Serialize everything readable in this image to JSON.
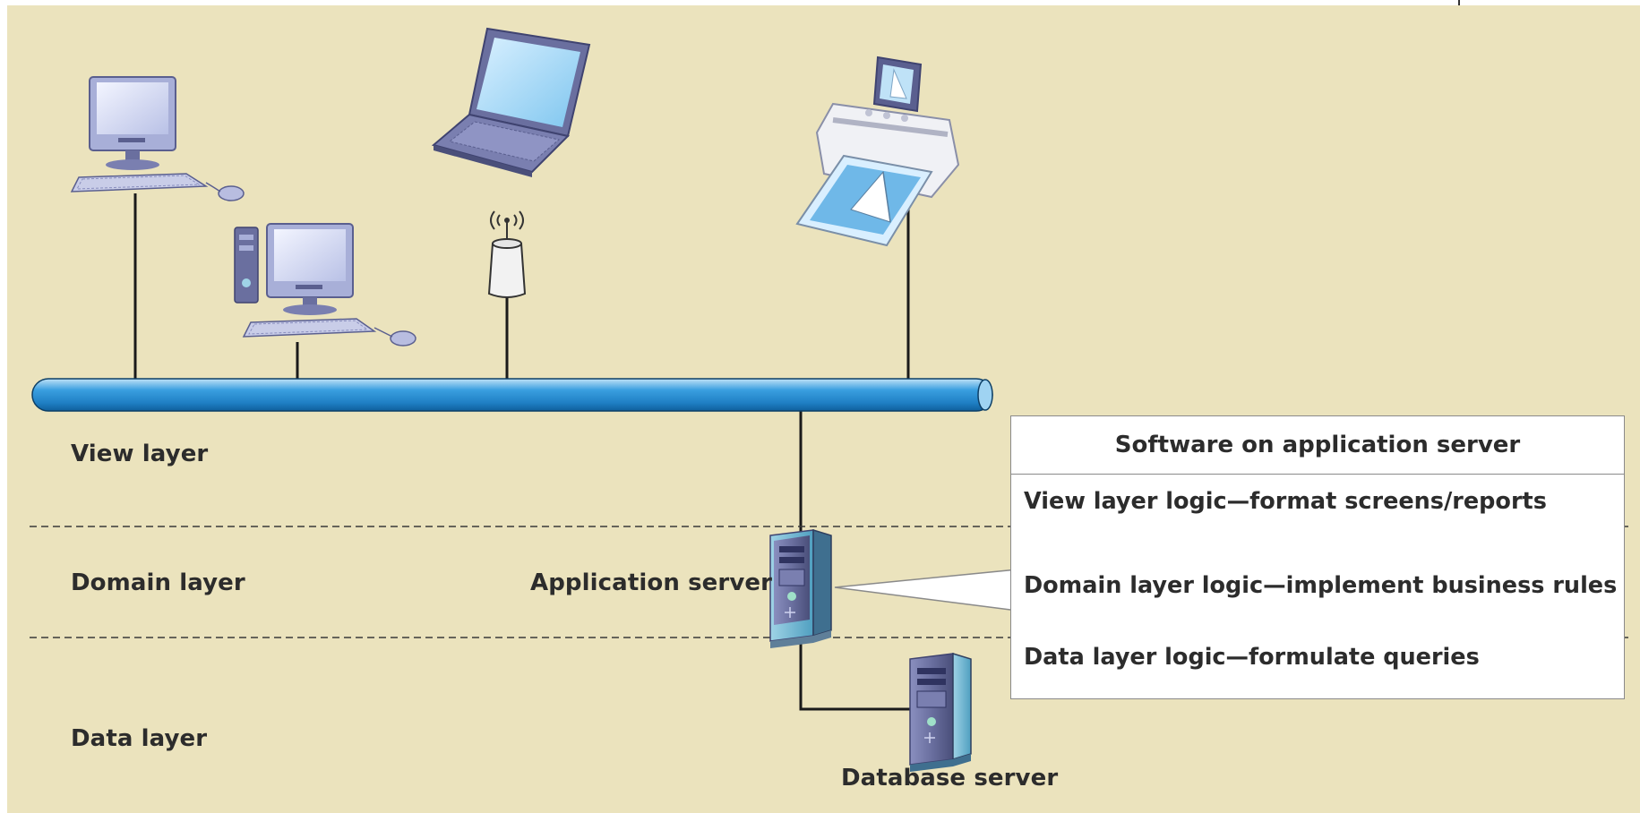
{
  "layers": {
    "view": "View layer",
    "domain": "Domain layer",
    "data": "Data layer"
  },
  "servers": {
    "application": "Application server",
    "database": "Database server"
  },
  "software_box": {
    "title": "Software on application server",
    "rows": [
      "View layer logic—format screens/reports",
      "Domain layer logic—implement business rules",
      "Data layer logic—formulate queries"
    ]
  },
  "colors": {
    "background": "#ebe3bd",
    "network_bus": "#2a8fd4",
    "server_body": "#5a5f8f"
  },
  "icons": [
    "desktop-computer-icon",
    "desktop-tower-computer-icon",
    "laptop-icon",
    "wireless-access-point-icon",
    "photo-printer-icon",
    "application-server-icon",
    "database-server-icon"
  ]
}
